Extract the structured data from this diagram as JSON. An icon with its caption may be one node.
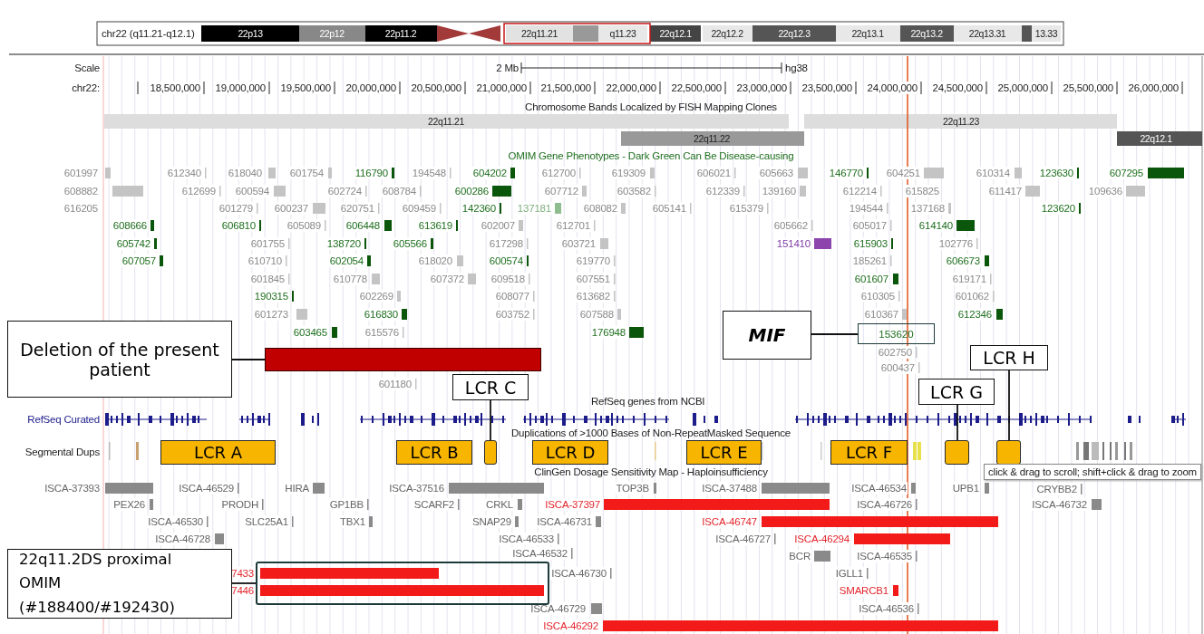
{
  "diagram": {
    "nodes": [
      {
        "text": [
          "MIF"
        ]
      },
      {
        "text": [
          "153620"
        ]
      },
      {
        "text": [
          "Deletion of the present patient"
        ]
      },
      {
        "text": [],
        "shape": "bar"
      },
      {
        "text": [
          "LCR H"
        ]
      },
      {
        "text": [
          "LCR C"
        ]
      },
      {
        "text": [
          "LCR G"
        ]
      },
      {
        "text": [
          "LCR A"
        ]
      },
      {
        "text": [
          "LCR B"
        ]
      },
      {
        "text": [],
        "shape": "box"
      },
      {
        "text": [
          "LCR D"
        ]
      },
      {
        "text": [
          "LCR E"
        ]
      },
      {
        "text": [
          "LCR F"
        ]
      },
      {
        "text": [],
        "shape": "box"
      },
      {
        "text": [],
        "shape": "box"
      },
      {
        "text": [
          "22q11.2DS proximal OMIM (#188400/#192430)"
        ]
      },
      {
        "text": [],
        "shape": "box"
      }
    ],
    "edges": [
      {
        "from": 0,
        "to": 1,
        "arrow": "none"
      },
      {
        "from": 2,
        "to": 3,
        "arrow": "none"
      },
      {
        "from": 4,
        "to": 14,
        "arrow": "none"
      },
      {
        "from": 5,
        "to": 9,
        "arrow": "none"
      },
      {
        "from": 6,
        "to": 13,
        "arrow": "none"
      },
      {
        "from": 15,
        "to": 16,
        "arrow": "none"
      }
    ],
    "labels": [
      "chr22 (q11.21-q12.1)",
      "22p13",
      "22p12",
      "22p11.2",
      "22q11.21",
      "q11.23",
      "22q12.1",
      "22q12.2",
      "22q12.3",
      "22q13.1",
      "22q13.2",
      "22q13.31",
      "13.33",
      "Scale",
      "2 Mb",
      "hg38",
      "chr22:",
      "18,500,000",
      "19,000,000",
      "19,500,000",
      "20,000,000",
      "20,500,000",
      "21,000,000",
      "21,500,000",
      "22,000,000",
      "22,500,000",
      "23,000,000",
      "23,500,000",
      "24,000,000",
      "24,500,000",
      "25,000,000",
      "25,500,000",
      "26,000,000",
      "Chromosome Bands Localized by FISH Mapping Clones",
      "22q11.21",
      "22q11.22",
      "22q11.23",
      "22q12.1",
      "OMIM Gene Phenotypes - Dark Green Can Be Disease-causing",
      "601997",
      "612340",
      "618040",
      "601754",
      "116790",
      "194548",
      "604202",
      "612700",
      "619309",
      "606021",
      "605663",
      "146770",
      "604251",
      "610314",
      "123630",
      "607295",
      "608882",
      "612699",
      "600594",
      "602724",
      "608784",
      "600286",
      "607712",
      "603582",
      "612339",
      "139160",
      "612214",
      "615825",
      "611417",
      "109636",
      "616205",
      "601279",
      "600237",
      "620751",
      "609459",
      "142360",
      "137181",
      "608082",
      "605141",
      "615379",
      "194544",
      "137168",
      "123620",
      "608666",
      "606810",
      "605089",
      "606448",
      "613619",
      "602007",
      "612701",
      "605662",
      "605017",
      "614140",
      "605742",
      "601755",
      "138720",
      "605566",
      "617298",
      "603721",
      "151410",
      "615903",
      "102776",
      "607057",
      "610710",
      "602054",
      "618020",
      "600574",
      "619770",
      "185261",
      "606673",
      "601845",
      "610778",
      "607372",
      "609518",
      "607551",
      "601607",
      "619171",
      "190315",
      "602269",
      "608077",
      "613682",
      "610305",
      "601062",
      "601273",
      "616830",
      "603752",
      "607588",
      "610367",
      "612346",
      "603465",
      "615576",
      "176948",
      "602750",
      "600437",
      "601180",
      "RefSeq genes from NCBI",
      "RefSeq Curated",
      "Duplications of >1000 Bases of Non-RepeatMasked Sequence",
      "Segmental Dups",
      "ClinGen Dosage Sensitivity Map - Haploinsufficiency",
      "click & drag to scroll; shift+click & drag to zoom",
      "ISCA-37393",
      "ISCA-46529",
      "HIRA",
      "ISCA-37516",
      "TOP3B",
      "ISCA-37488",
      "ISCA-46534",
      "UPB1",
      "CRYBB2",
      "PEX26",
      "PRODH",
      "GP1BB",
      "SCARF2",
      "CRKL",
      "ISCA-37397",
      "ISCA-46726",
      "ISCA-46732",
      "ISCA-46530",
      "SLC25A1",
      "TBX1",
      "SNAP29",
      "ISCA-46731",
      "ISCA-46747",
      "ISCA-46728",
      "ISCA-46533",
      "ISCA-46727",
      "ISCA-46294",
      "ISCA-46532",
      "BCR",
      "ISCA-46535",
      "7433",
      "ISCA-46730",
      "IGLL1",
      "7446",
      "SMARCB1",
      "ISCA-46729",
      "ISCA-46536",
      "ISCA-46292"
    ]
  }
}
